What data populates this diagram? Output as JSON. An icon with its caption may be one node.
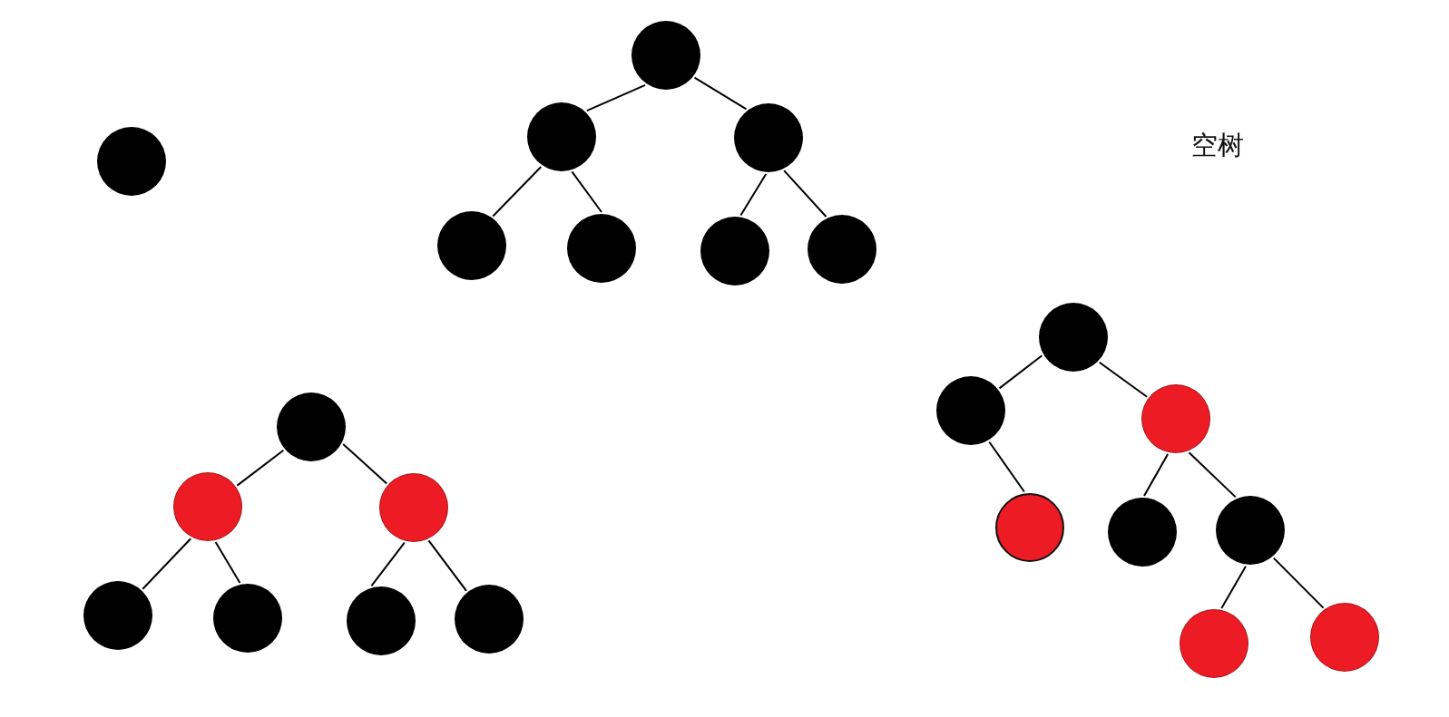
{
  "diagram": {
    "nodes": [
      {
        "text": [],
        "shape": "circle"
      },
      {
        "text": [],
        "shape": "circle"
      },
      {
        "text": [],
        "shape": "circle"
      },
      {
        "text": [],
        "shape": "circle"
      },
      {
        "text": [],
        "shape": "circle"
      },
      {
        "text": [],
        "shape": "circle"
      },
      {
        "text": [],
        "shape": "circle"
      },
      {
        "text": [],
        "shape": "circle"
      },
      {
        "text": [],
        "shape": "circle"
      },
      {
        "text": [],
        "shape": "circle"
      },
      {
        "text": [],
        "shape": "circle"
      },
      {
        "text": [],
        "shape": "circle"
      },
      {
        "text": [],
        "shape": "circle"
      },
      {
        "text": [],
        "shape": "circle"
      },
      {
        "text": [],
        "shape": "circle"
      },
      {
        "text": [],
        "shape": "circle"
      },
      {
        "text": [],
        "shape": "circle"
      },
      {
        "text": [],
        "shape": "circle"
      },
      {
        "text": [],
        "shape": "circle"
      },
      {
        "text": [],
        "shape": "circle"
      },
      {
        "text": [],
        "shape": "circle"
      },
      {
        "text": [],
        "shape": "circle"
      },
      {
        "text": [],
        "shape": "circle"
      }
    ],
    "edges": [
      {
        "from": 1,
        "to": 2,
        "arrow": "none"
      },
      {
        "from": 1,
        "to": 3,
        "arrow": "none"
      },
      {
        "from": 2,
        "to": 4,
        "arrow": "none"
      },
      {
        "from": 2,
        "to": 5,
        "arrow": "none"
      },
      {
        "from": 3,
        "to": 6,
        "arrow": "none"
      },
      {
        "from": 3,
        "to": 7,
        "arrow": "none"
      },
      {
        "from": 8,
        "to": 9,
        "arrow": "none"
      },
      {
        "from": 8,
        "to": 10,
        "arrow": "none"
      },
      {
        "from": 9,
        "to": 11,
        "arrow": "none"
      },
      {
        "from": 9,
        "to": 12,
        "arrow": "none"
      },
      {
        "from": 10,
        "to": 13,
        "arrow": "none"
      },
      {
        "from": 10,
        "to": 14,
        "arrow": "none"
      },
      {
        "from": 15,
        "to": 16,
        "arrow": "none"
      },
      {
        "from": 15,
        "to": 17,
        "arrow": "none"
      },
      {
        "from": 16,
        "to": 18,
        "arrow": "none"
      },
      {
        "from": 17,
        "to": 19,
        "arrow": "none"
      },
      {
        "from": 17,
        "to": 20,
        "arrow": "none"
      },
      {
        "from": 20,
        "to": 21,
        "arrow": "none"
      },
      {
        "from": 20,
        "to": 22,
        "arrow": "none"
      }
    ],
    "labels": [
      "空树"
    ]
  }
}
